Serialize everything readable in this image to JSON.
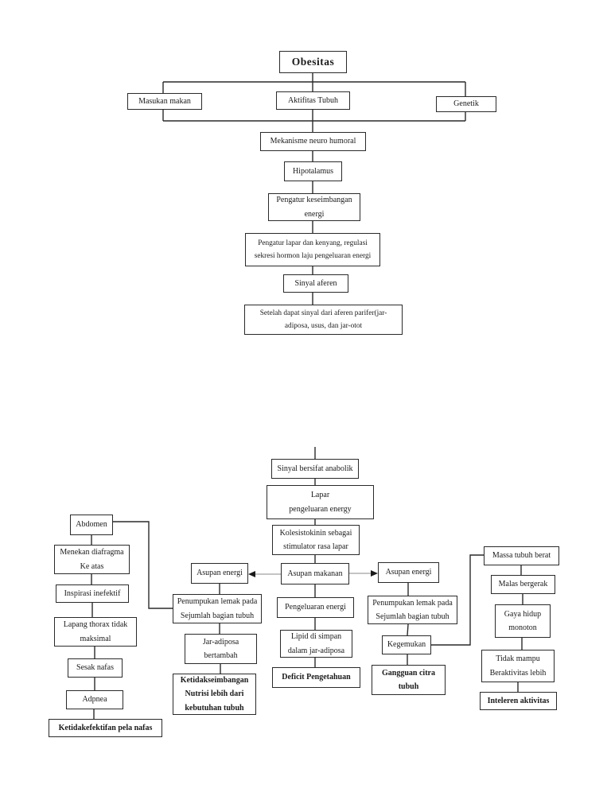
{
  "diagram": {
    "top": {
      "root": "Obesitas",
      "factors": [
        "Masukan makan",
        "Aktifitas Tubuh",
        "Genetik"
      ],
      "chain": [
        "Mekanisme neuro humoral",
        "Hipotalamus",
        "Pengatur keseimbangan\nenergi",
        "Pengatur lapar dan kenyang, regulasi\nsekresi hormon laju pengeluaran energi",
        "Sinyal aferen",
        "Setelah dapat sinyal dari aferen parifer(jar-\nadiposa, usus, dan jar-otot"
      ]
    },
    "lower": {
      "central": [
        "Sinyal bersifat anabolik",
        "Lapar\npengeluaran energy",
        "Kolesistokinin sebagai\nstimulator rasa lapar",
        "Asupan makanan",
        "Pengeluaran energi",
        "Lipid di simpan\ndalam jar-adiposa",
        "Deficit Pengetahuan"
      ],
      "left_branch": [
        "Abdomen",
        "Menekan diafragma\nKe atas",
        "Inspirasi inefektif",
        "Lapang thorax tidak\nmaksimal",
        "Sesak nafas",
        "Adpnea",
        "Ketidakefektifan pela nafas"
      ],
      "left_center_branch": [
        "Asupan energi",
        "Penumpukan lemak pada\nSejumlah bagian tubuh",
        "Jar-adiposa\nbertambah",
        "Ketidakseimbangan\nNutrisi lebih dari\nkebutuhan tubuh"
      ],
      "right_center_branch": [
        "Asupan energi",
        "Penumpukan lemak pada\nSejumlah bagian tubuh",
        "Kegemukan",
        "Gangguan citra\ntubuh"
      ],
      "right_branch": [
        "Massa tubuh berat",
        "Malas bergerak",
        "Gaya hidup\nmonoton",
        "Tidak mampu\nBeraktivitas lebih",
        "Inteleren aktivitas"
      ]
    },
    "colors": {
      "background": "#ffffff",
      "line": "#2a2a2a",
      "arrow_line": "#a0a0a0",
      "text": "#1a1a1a"
    }
  }
}
